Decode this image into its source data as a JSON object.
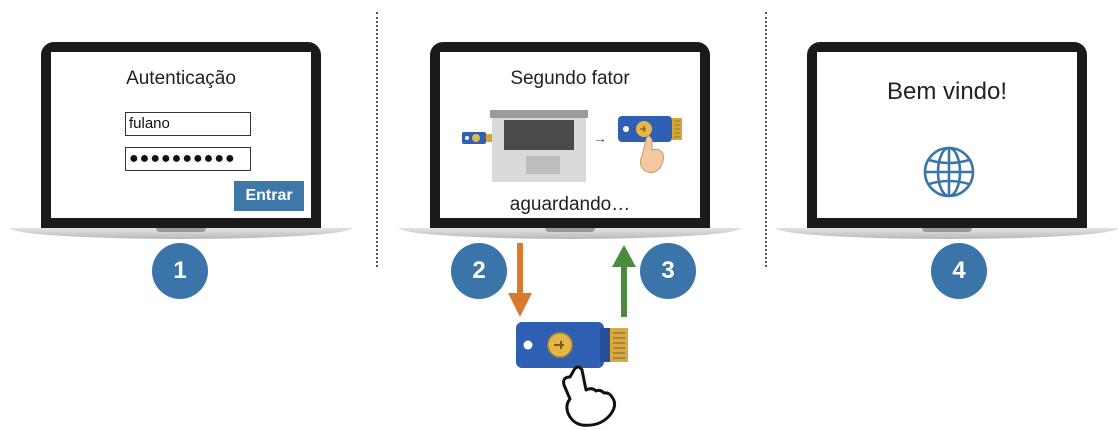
{
  "step1": {
    "title": "Autenticação",
    "username_value": "fulano",
    "password_value": "●●●●●●●●●●",
    "enter_label": "Entrar",
    "badge": "1"
  },
  "step2": {
    "title": "Segundo fator",
    "arrow_glyph": "→",
    "status": "aguardando…",
    "badge_left": "2",
    "badge_right": "3"
  },
  "step4": {
    "title": "Bem vindo!",
    "icon": "globe-icon",
    "badge": "4"
  },
  "colors": {
    "badge": "#3a74a8",
    "button": "#3d78a9",
    "arrow_down": "#d97a2e",
    "arrow_up": "#4c8a3e",
    "security_key": "#2f5fb3"
  }
}
